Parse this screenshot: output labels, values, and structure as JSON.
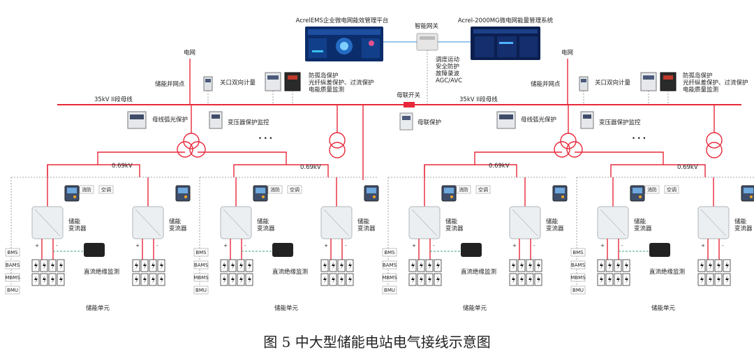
{
  "top": {
    "ems_title": "AcrelEMS企业微电网能效管理平台",
    "gateway_label": "智能网关",
    "mg_title": "Acrel-2000MG微电网能量管理系统",
    "functions": [
      "调度运动",
      "安全防护",
      "故障录波",
      "AGC/AVC"
    ]
  },
  "bus": {
    "left_label": "35kV II段母线",
    "right_label": "35kV II段母线",
    "coupler_label": "母联开关",
    "coupler_protect": "母联保护"
  },
  "sections": [
    {
      "grid": "电网",
      "grid_point": "储能并网点",
      "meter": "关口双向计量",
      "protect": [
        "防孤岛保护",
        "光纤纵差保护、过流保护",
        "电能质量监测"
      ],
      "busbar_arc": "母线弧光保护",
      "xfmr_protect": "变压器保护监控",
      "lv_voltage": "0.69kV",
      "lv_voltage2": "0.69kV"
    },
    {
      "grid": "电网",
      "grid_point": "储能并网点",
      "meter": "关口双向计量",
      "protect": [
        "防孤岛保护",
        "光纤纵差保护、过流保护",
        "电能质量监测"
      ],
      "busbar_arc": "母线弧光保护",
      "xfmr_protect": "变压器保护监控",
      "lv_voltage": "0.69kV",
      "lv_voltage2": "0.69kV"
    }
  ],
  "ellipsis": "• • •",
  "unit": {
    "pcs": [
      "储能",
      "变流器"
    ],
    "fire": "消防",
    "ac": "空调",
    "insulation": "直流绝缘监测",
    "stack": [
      "BMS",
      "BAMS",
      "MBMS",
      "BMU"
    ],
    "unit_label": "储能单元",
    "plus": "+",
    "minus": "-"
  },
  "caption": "图 5  中大型储能电站电气接线示意图"
}
